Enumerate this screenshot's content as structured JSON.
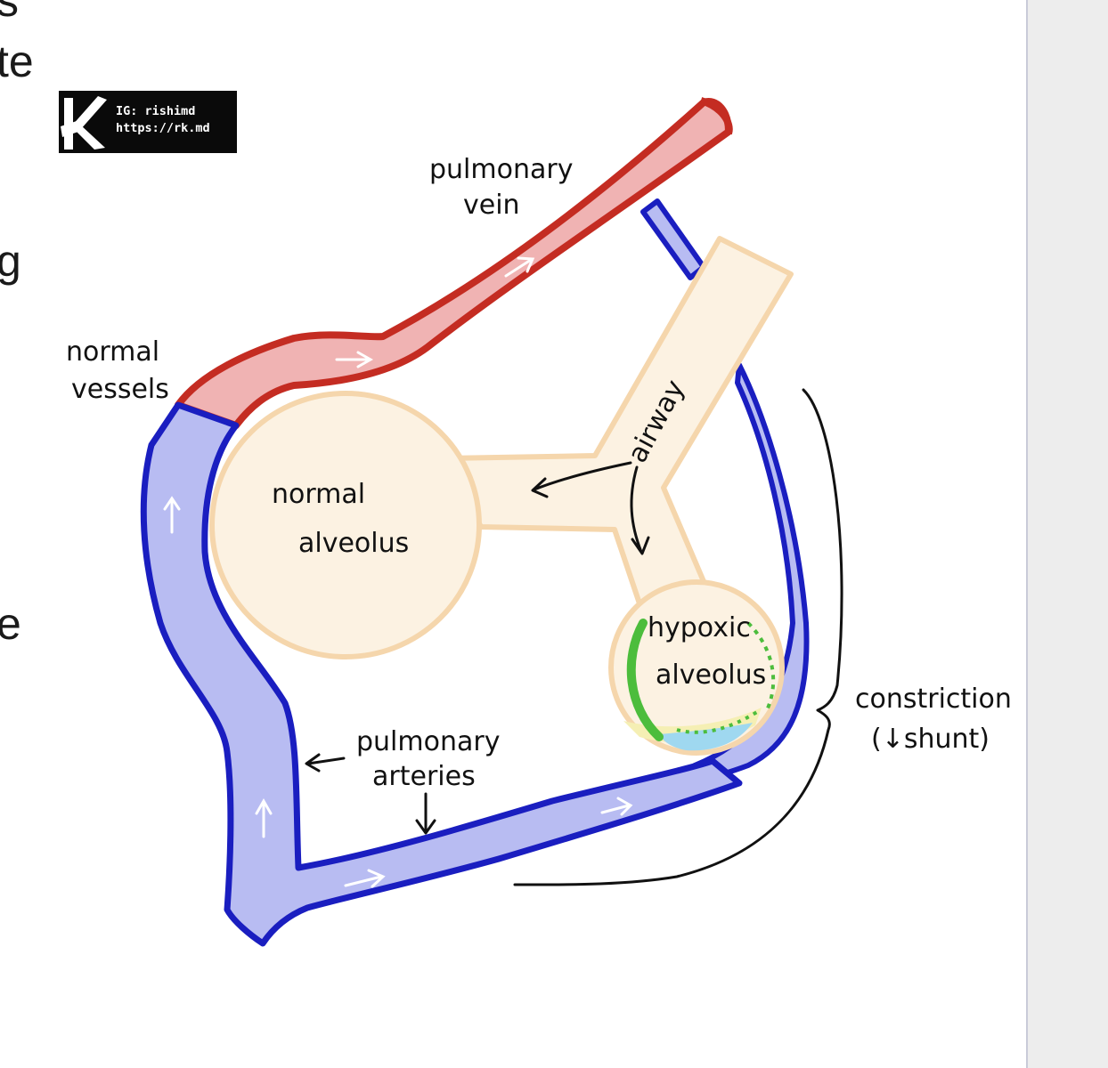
{
  "page": {
    "edge_letters": [
      "s",
      "te",
      "g",
      "e"
    ]
  },
  "logo": {
    "line1": "IG: rishimd",
    "line2": "https://rk.md"
  },
  "labels": {
    "pulmonary_vein": [
      "pulmonary",
      "vein"
    ],
    "normal_vessels": [
      "normal",
      "vessels"
    ],
    "airway": "airway",
    "normal_alveolus": [
      "normal",
      "alveolus"
    ],
    "hypoxic_alveolus": [
      "hypoxic",
      "alveolus"
    ],
    "pulmonary_arteries": [
      "pulmonary",
      "arteries"
    ],
    "constriction": [
      "constriction",
      "(↓shunt)"
    ]
  },
  "colors": {
    "vein_fill": "#f0b3b3",
    "vein_stroke": "#c42c22",
    "artery_fill": "#b8bcf2",
    "artery_stroke": "#1a1ec0",
    "alveolus_fill": "#fcf2e2",
    "alveolus_stroke": "#f5d6ac",
    "hypoxia_green": "#4cbd3c",
    "fluid_blue": "#9fd8f0",
    "fluid_yellow": "#f5efb4",
    "side_panel": "#ededed"
  }
}
